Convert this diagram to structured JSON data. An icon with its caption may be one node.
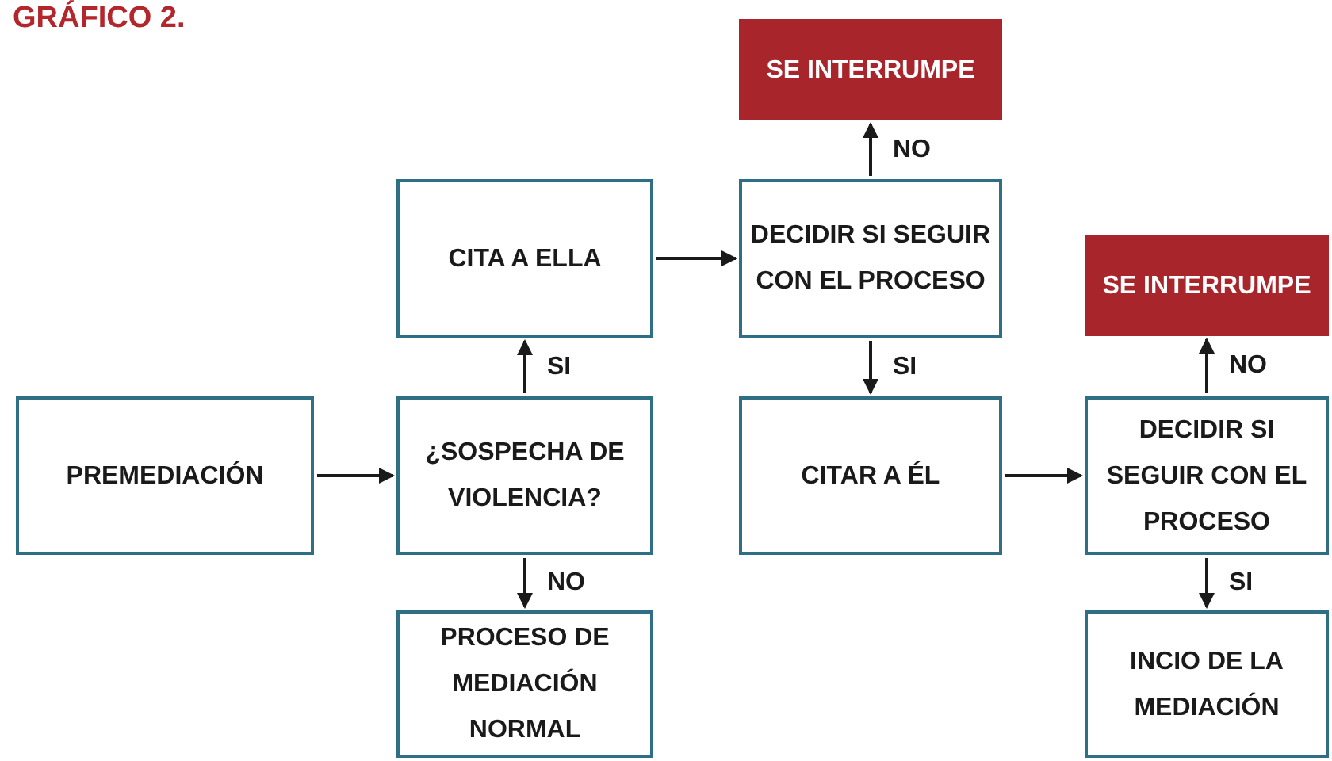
{
  "diagram": {
    "title": "GRÁFICO 2.",
    "nodes": [
      {
        "text": [
          "PREMEDIACIÓN"
        ]
      },
      {
        "text": [
          "CITA A ELLA"
        ]
      },
      {
        "text": [
          "¿SOSPECHA DE VIOLENCIA?"
        ]
      },
      {
        "text": [
          "PROCESO DE MEDIACIÓN NORMAL"
        ]
      },
      {
        "text": [
          "SE INTERRUMPE"
        ]
      },
      {
        "text": [
          "DECIDIR SI SEGUIR CON EL PROCESO"
        ]
      },
      {
        "text": [
          "CITAR A ÉL"
        ]
      },
      {
        "text": [
          "SE INTERRUMPE"
        ]
      },
      {
        "text": [
          "DECIDIR SI SEGUIR CON EL PROCESO"
        ]
      },
      {
        "text": [
          "INCIO DE LA MEDIACIÓN"
        ]
      }
    ],
    "edges": [
      {
        "from": 0,
        "to": 2,
        "arrow": "to"
      },
      {
        "from": 2,
        "to": 1,
        "arrow": "to",
        "label": "SI"
      },
      {
        "from": 2,
        "to": 3,
        "arrow": "to",
        "label": "NO"
      },
      {
        "from": 1,
        "to": 5,
        "arrow": "to"
      },
      {
        "from": 5,
        "to": 4,
        "arrow": "to",
        "label": "NO"
      },
      {
        "from": 5,
        "to": 6,
        "arrow": "to",
        "label": "SI"
      },
      {
        "from": 6,
        "to": 8,
        "arrow": "to"
      },
      {
        "from": 8,
        "to": 7,
        "arrow": "to",
        "label": "NO"
      },
      {
        "from": 8,
        "to": 9,
        "arrow": "to",
        "label": "SI"
      }
    ]
  }
}
